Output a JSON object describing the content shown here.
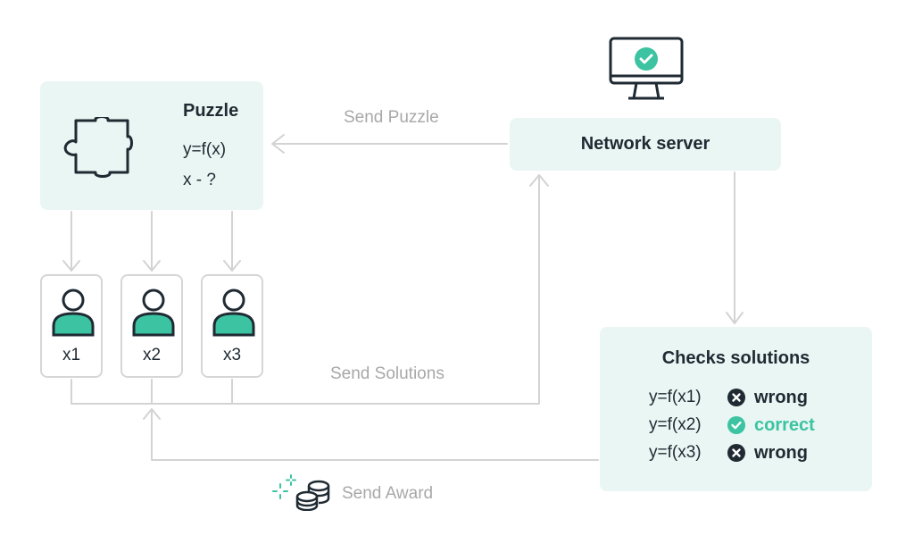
{
  "puzzle": {
    "title": "Puzzle",
    "formula_line1": "y=f(x)",
    "formula_line2": "x - ?"
  },
  "server": {
    "label": "Network server"
  },
  "edges": {
    "send_puzzle": "Send Puzzle",
    "send_solutions": "Send Solutions",
    "send_award": "Send Award"
  },
  "solvers": [
    {
      "label": "x1"
    },
    {
      "label": "x2"
    },
    {
      "label": "x3"
    }
  ],
  "checks": {
    "title": "Checks solutions",
    "rows": [
      {
        "equation": "y=f(x1)",
        "result": "wrong",
        "status": "wrong"
      },
      {
        "equation": "y=f(x2)",
        "result": "correct",
        "status": "correct"
      },
      {
        "equation": "y=f(x3)",
        "result": "wrong",
        "status": "wrong"
      }
    ]
  },
  "colors": {
    "accent": "#3cc3a1",
    "box_fill": "#e9f6f3",
    "line": "#d0d0d0",
    "text": "#1f2a33",
    "muted_text": "#a8a8a8"
  },
  "icons": [
    "monitor-check-icon",
    "puzzle-piece-icon",
    "user-icon",
    "x-circle-icon",
    "check-circle-icon",
    "coins-icon",
    "sparkle-icon"
  ]
}
